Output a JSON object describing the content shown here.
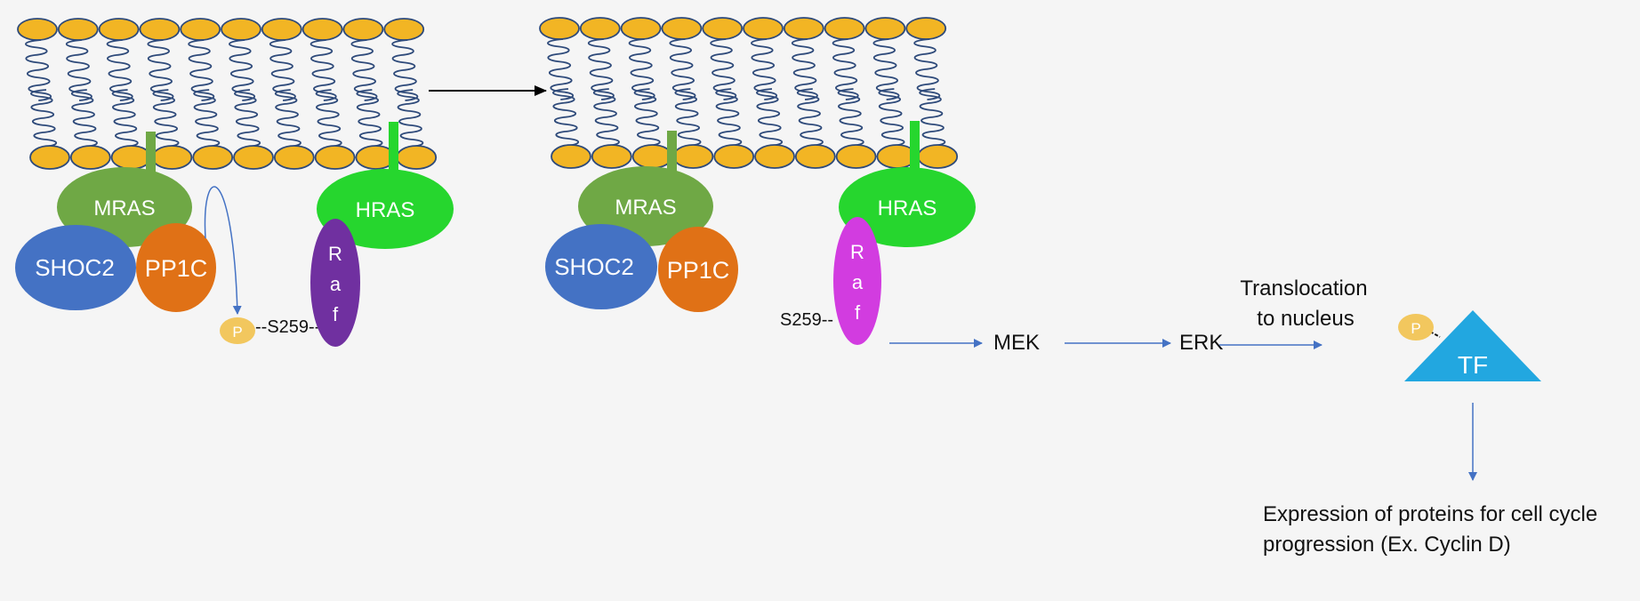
{
  "colors": {
    "background": "#f5f5f5",
    "lipid_head": "#f2b524",
    "lipid_stroke": "#2e4a7a",
    "mras": "#6fa845",
    "hras": "#26d62e",
    "shoc2": "#4472c4",
    "pp1c": "#e07116",
    "raf_inactive": "#7030a0",
    "raf_active": "#d23ce0",
    "phosphate": "#f2c75e",
    "tf": "#22a7e0",
    "arrow_blue": "#4472c4",
    "arrow_black": "#000000"
  },
  "panels": [
    {
      "id": "inactive",
      "proteins": {
        "mras": "MRAS",
        "hras": "HRAS",
        "shoc2": "SHOC2",
        "pp1c": "PP1C",
        "raf": [
          "R",
          "a",
          "f"
        ]
      },
      "phosphate_label": "P",
      "site_label": "--S259--"
    },
    {
      "id": "active",
      "proteins": {
        "mras": "MRAS",
        "hras": "HRAS",
        "shoc2": "SHOC2",
        "pp1c": "PP1C",
        "raf": [
          "R",
          "a",
          "f"
        ]
      },
      "site_label": "S259--"
    }
  ],
  "cascade": {
    "mek": "MEK",
    "erk": "ERK",
    "translocation": [
      "Translocation",
      "to nucleus"
    ],
    "tf_label": "TF",
    "tf_phosphate": "P",
    "outcome": [
      "Expression of proteins for cell cycle",
      "progression (Ex. Cyclin D)"
    ]
  },
  "membrane": {
    "heads_per_leaflet": 10
  }
}
